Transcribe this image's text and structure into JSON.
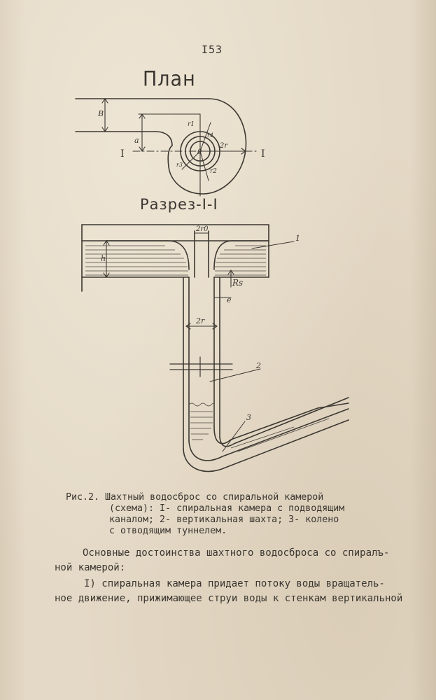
{
  "page": {
    "number": "I53"
  },
  "figure": {
    "plan_title": "План",
    "section_title": "Разрез-I-I",
    "labels": {
      "width_b": "B",
      "offset_a": "a",
      "section_mark_left": "I",
      "section_mark_right": "I",
      "r1": "r1",
      "r2": "r2",
      "r3": "r3",
      "r4": "r4",
      "center": "0",
      "radius_2r": "2r",
      "depth_h": "h",
      "radius_2r0": "2r0",
      "radius_rs": "Rs",
      "gap_e": "e",
      "shaft_2r": "2r",
      "callout_1": "1",
      "callout_2": "2",
      "callout_3": "3"
    },
    "caption_line1": "Рис.2. Шахтный водосброс со спиральной камерой",
    "caption_lines": [
      "(схема): I- спиральная камера с подводящим",
      "каналом; 2- вертикальная шахта; 3- колено",
      "с отводящим туннелем."
    ]
  },
  "text": {
    "p1_line1": "Основные достоинства шахтного водосброса со спиралъ-",
    "p1_line2": "ной камерой:",
    "p2_line1": "I) спиральная камера придает потоку воды вращатель-",
    "p2_line2": "ное движение, прижимающее струи воды к стенкам вертикальной"
  }
}
